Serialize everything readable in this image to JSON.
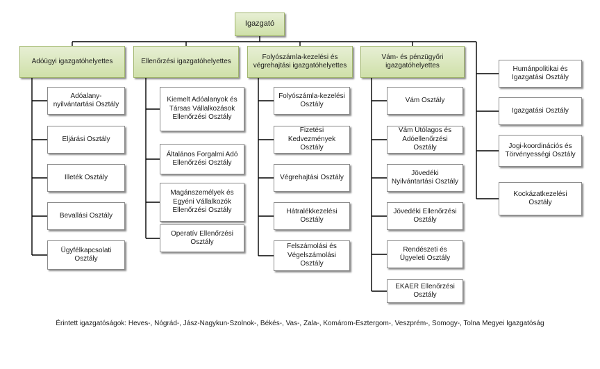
{
  "colors": {
    "head_fill": "#d9e6bb",
    "head_border": "#a0b56c",
    "line": "#000000"
  },
  "director": "Igazgató",
  "columns": [
    {
      "title": "Adóügyi igazgatóhelyettes",
      "units": [
        "Adóalany-nyilvántartási Osztály",
        "Eljárási Osztály",
        "Illeték Osztály",
        "Bevallási Osztály",
        "Ügyfélkapcsolati Osztály"
      ]
    },
    {
      "title": "Ellenőrzési igazgatóhelyettes",
      "units": [
        "Kiemelt Adóalanyok és Társas Vállalkozások Ellenőrzési Osztály",
        "Általános Forgalmi Adó Ellenőrzési Osztály",
        "Magánszemélyek és Egyéni Vállalkozók Ellenőrzési Osztály",
        "Operatív Ellenőrzési Osztály"
      ]
    },
    {
      "title": "Folyószámla-kezelési és végrehajtási igazgatóhelyettes",
      "units": [
        "Folyószámla-kezelési Osztály",
        "Fizetési Kedvezmények Osztály",
        "Végrehajtási Osztály",
        "Hátralékkezelési Osztály",
        "Felszámolási és Végelszámolási Osztály"
      ]
    },
    {
      "title": "Vám- és pénzügyőri igazgatóhelyettes",
      "units": [
        "Vám Osztály",
        "Vám Utólagos és Adóellenőrzési Osztály",
        "Jövedéki Nyilvántartási Osztály",
        "Jövedéki Ellenőrzési Osztály",
        "Rendészeti és Ügyeleti Osztály",
        "EKAER Ellenőrzési Osztály"
      ]
    }
  ],
  "direct_units": [
    "Humánpolitikai és Igazgatási Osztály",
    "Igazgatási Osztály",
    "Jogi-koordinációs és Törvényességi Osztály",
    "Kockázatkezelési Osztály"
  ],
  "footer": "Érintett igazgatóságok: Heves-, Nógrád-, Jász-Nagykun-Szolnok-, Békés-, Vas-, Zala-, Komárom-Esztergom-, Veszprém-, Somogy-, Tolna Megyei Igazgatóság"
}
